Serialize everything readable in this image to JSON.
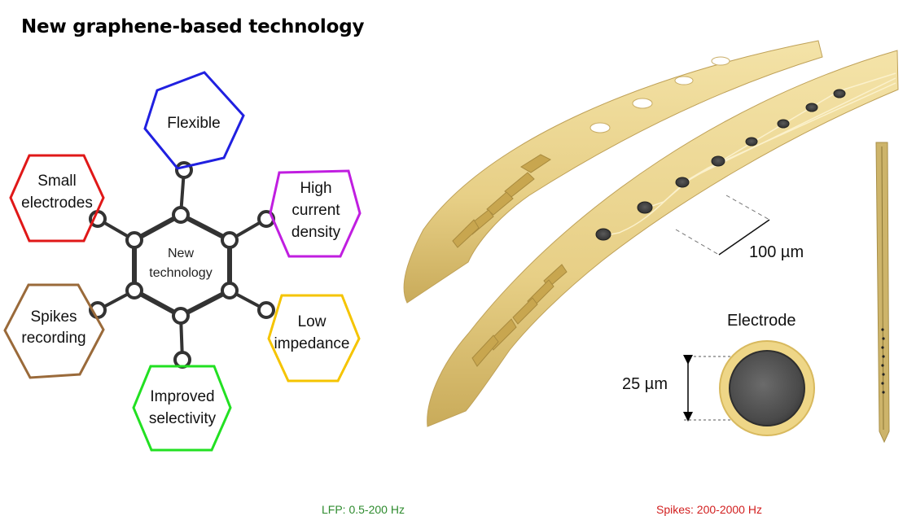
{
  "page": {
    "title": "New graphene-based technology"
  },
  "center": {
    "line1": "New",
    "line2": "technology"
  },
  "features": [
    {
      "lines": [
        "Flexible"
      ],
      "color": "#2020e0"
    },
    {
      "lines": [
        "High",
        "current",
        "density"
      ],
      "color": "#c01ee0"
    },
    {
      "lines": [
        "Low",
        "impedance"
      ],
      "color": "#f5c400"
    },
    {
      "lines": [
        "Improved",
        "selectivity"
      ],
      "color": "#22e022"
    },
    {
      "lines": [
        "Spikes",
        "recording"
      ],
      "color": "#9a6a3a"
    },
    {
      "lines": [
        "Small",
        "electrodes"
      ],
      "color": "#e01818"
    }
  ],
  "probe": {
    "spacing_label": "100 µm",
    "electrode_label": "Electrode",
    "diameter_label": "25 µm"
  },
  "footer": {
    "lfp": "LFP: 0.5-200 Hz",
    "spikes": "Spikes: 200-2000 Hz"
  }
}
